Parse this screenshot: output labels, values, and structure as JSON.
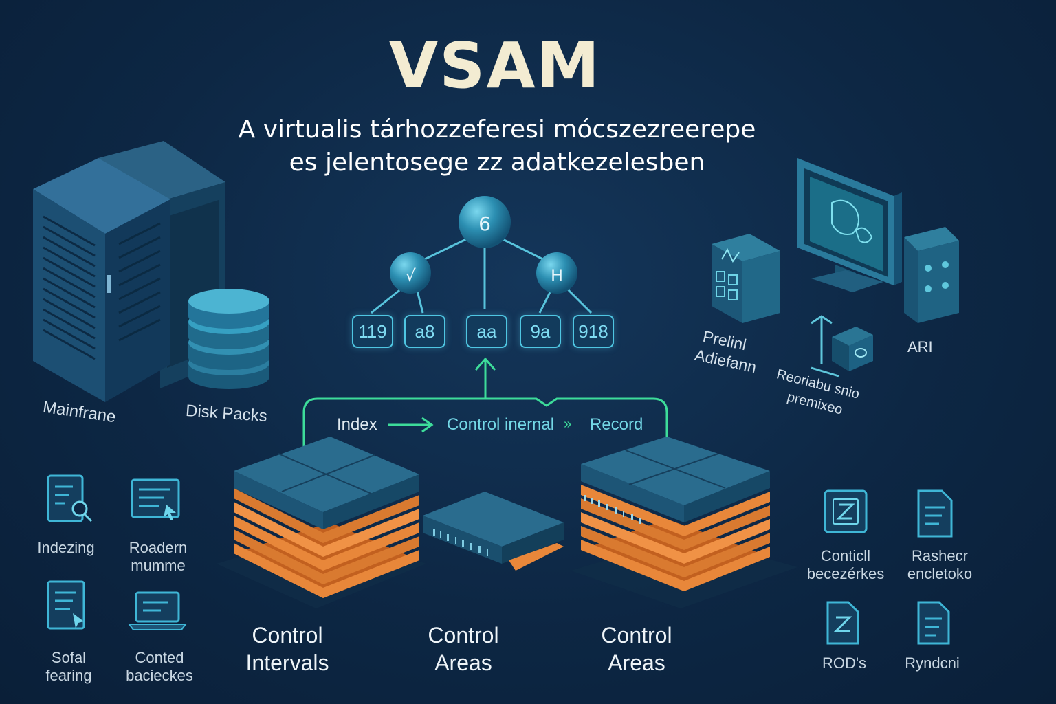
{
  "header": {
    "title": "VSAM",
    "subtitle_line1": "A virtualis tárhozzeferesi mócszezreerepe",
    "subtitle_line2": "es jelentosege zz adatkezelesben"
  },
  "left_hardware": {
    "mainframe_label": "Mainfrane",
    "disk_label": "Disk Packs"
  },
  "tree": {
    "root": "6",
    "left_child": "√",
    "right_child": "H",
    "leaves": [
      "119",
      "a8",
      "aa",
      "9a",
      "918"
    ]
  },
  "flow": {
    "step1": "Index",
    "step2": "Control inernal",
    "step3": "Record"
  },
  "storage_labels": {
    "left": [
      "Control",
      "Intervals"
    ],
    "middle": [
      "Control",
      "Areas"
    ],
    "right": [
      "Control",
      "Areas"
    ]
  },
  "right_devices": {
    "device_label_1": "Prelinl",
    "device_label_2": "Adiefann",
    "device_label_3": "Reoriabu snio",
    "device_label_4": "premixeo",
    "device_label_5": "ARI"
  },
  "left_features": [
    {
      "icon": "index-search-icon",
      "label": [
        "Indezing"
      ]
    },
    {
      "icon": "record-screen-icon",
      "label": [
        "Roadern",
        "mumme"
      ]
    },
    {
      "icon": "document-icon",
      "label": [
        "Sofal",
        "fearing"
      ]
    },
    {
      "icon": "laptop-icon",
      "label": [
        "Conted",
        "bacieckes"
      ]
    }
  ],
  "right_features": [
    {
      "icon": "chip-icon",
      "label": [
        "Conticll",
        "becezérkes"
      ]
    },
    {
      "icon": "file-icon",
      "label": [
        "Rashecr",
        "encletoko"
      ]
    },
    {
      "icon": "file-icon",
      "label": [
        "ROD's"
      ]
    },
    {
      "icon": "file-icon",
      "label": [
        "Ryndcni"
      ]
    }
  ],
  "colors": {
    "background": "#0d2744",
    "accent_teal": "#4fc6e2",
    "accent_green": "#3ddc9a",
    "accent_orange": "#e8873a",
    "slab_blue": "#1f5a7a"
  }
}
